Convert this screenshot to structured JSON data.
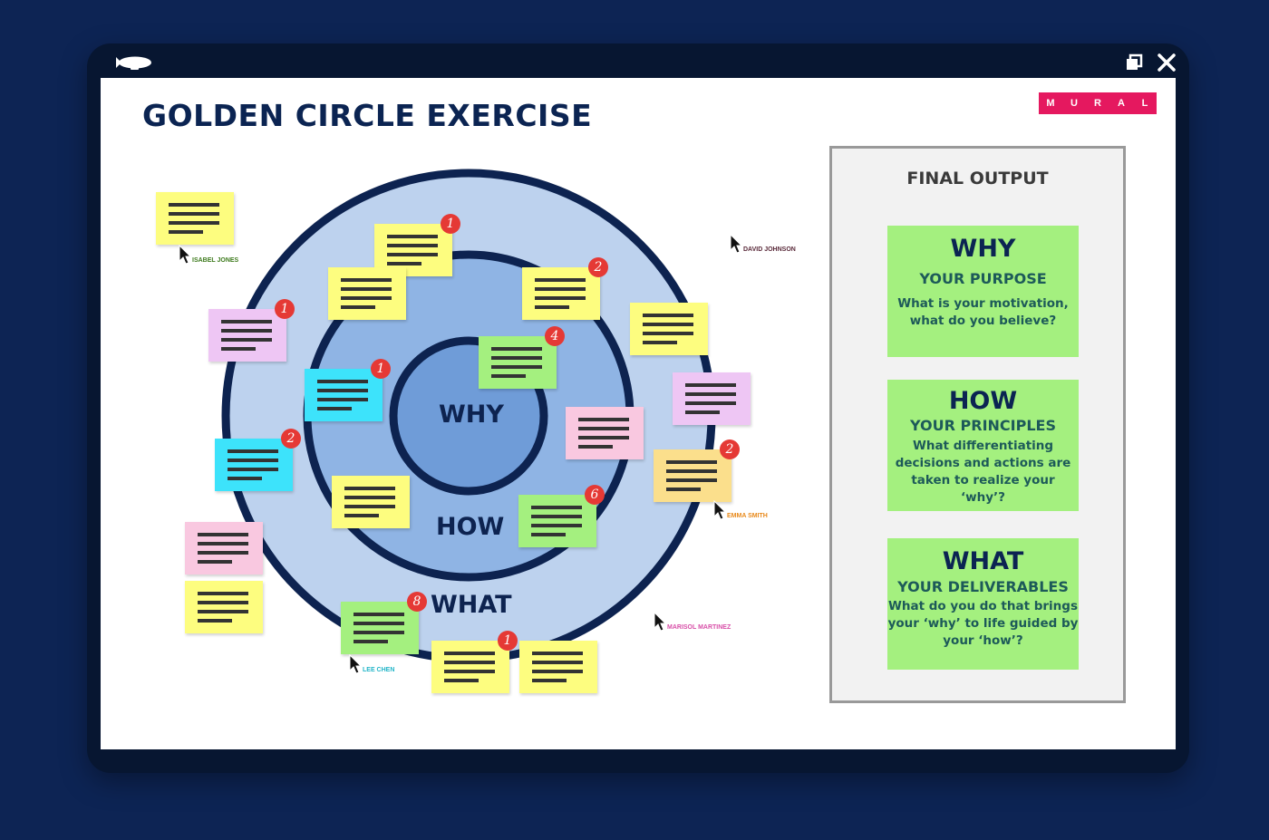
{
  "window": {
    "logo_icon": "blimp-icon",
    "restore_icon": "restore-window-icon",
    "close_icon": "close-icon"
  },
  "board": {
    "title": "GOLDEN CIRCLE EXERCISE",
    "brand_letters": [
      "M",
      "U",
      "R",
      "A",
      "L"
    ],
    "brand_color": "#e5185f",
    "ring_labels": {
      "why": "WHY",
      "how": "HOW",
      "what": "WHAT"
    }
  },
  "colors": {
    "yellow": "#fdfd7f",
    "pink": "#f9c8e0",
    "purple": "#eec6f4",
    "cyan": "#3de3fb",
    "green": "#a4f07f",
    "orange": "#fbdf8c",
    "badge": "#e53935"
  },
  "stickies": [
    {
      "color": "yellow"
    },
    {
      "color": "yellow",
      "badge": "1"
    },
    {
      "color": "yellow"
    },
    {
      "color": "yellow",
      "badge": "2"
    },
    {
      "color": "yellow"
    },
    {
      "color": "purple",
      "badge": "1"
    },
    {
      "color": "green",
      "badge": "4"
    },
    {
      "color": "cyan",
      "badge": "1"
    },
    {
      "color": "purple"
    },
    {
      "color": "pink"
    },
    {
      "color": "cyan",
      "badge": "2"
    },
    {
      "color": "orange",
      "badge": "2"
    },
    {
      "color": "yellow"
    },
    {
      "color": "green",
      "badge": "6"
    },
    {
      "color": "pink"
    },
    {
      "color": "yellow"
    },
    {
      "color": "green",
      "badge": "8"
    },
    {
      "color": "yellow",
      "badge": "1"
    },
    {
      "color": "yellow"
    }
  ],
  "collaborators": [
    {
      "name": "ISABEL JONES",
      "color": "#3d7a1c"
    },
    {
      "name": "DAVID JOHNSON",
      "color": "#5a2a3a"
    },
    {
      "name": "EMMA SMITH",
      "color": "#e8891a"
    },
    {
      "name": "MARISOL MARTINEZ",
      "color": "#d84fa8"
    },
    {
      "name": "LEE CHEN",
      "color": "#22b5c8"
    }
  ],
  "final_output": {
    "title": "FINAL OUTPUT",
    "cards": [
      {
        "heading": "WHY",
        "subheading": "YOUR PURPOSE",
        "lines": [
          "What is your motivation,",
          "what do you believe?"
        ]
      },
      {
        "heading": "HOW",
        "subheading": "YOUR PRINCIPLES",
        "lines": [
          "What differentiating",
          "decisions and actions are",
          "taken to realize your ‘why’?"
        ]
      },
      {
        "heading": "WHAT",
        "subheading": "YOUR DELIVERABLES",
        "lines": [
          "What do you do that brings",
          "your ‘why’ to life guided by",
          "your ‘how’?"
        ]
      }
    ]
  }
}
